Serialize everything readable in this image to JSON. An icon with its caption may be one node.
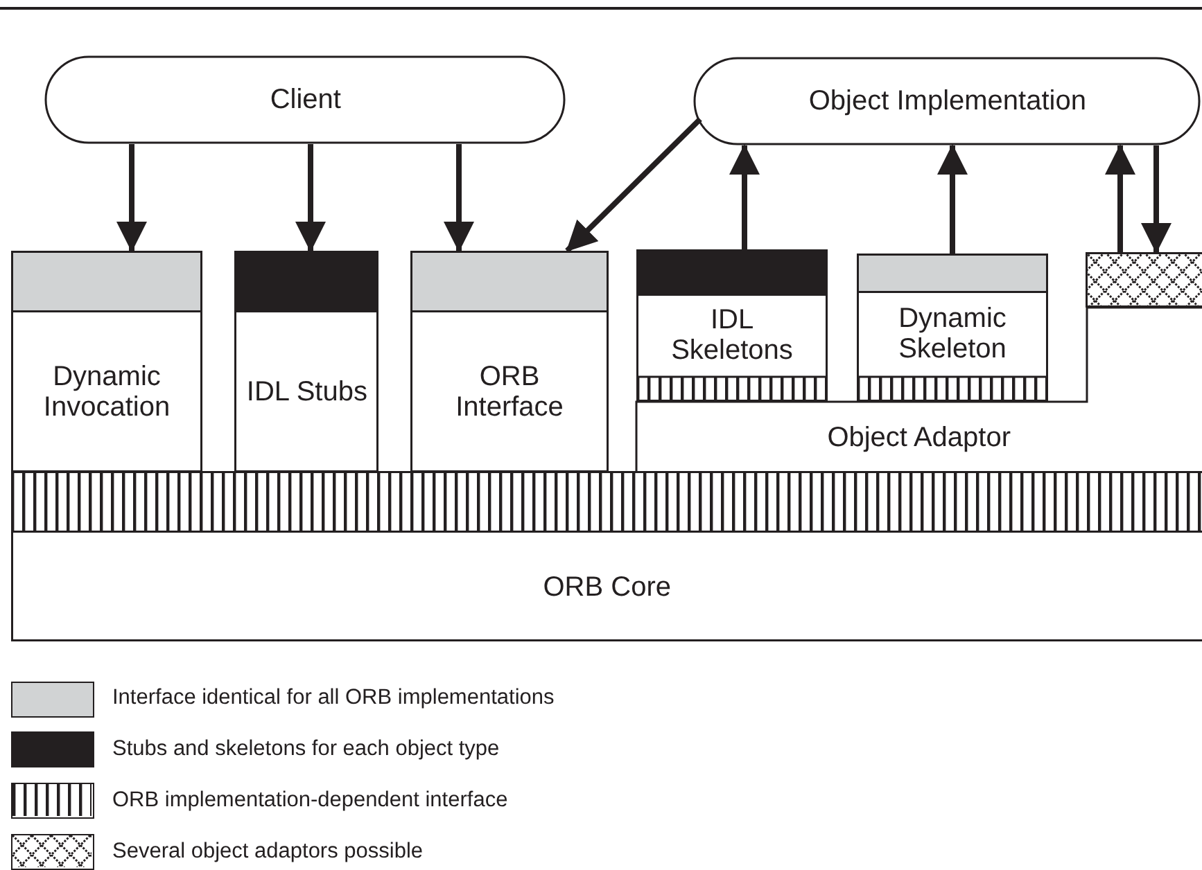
{
  "diagram": {
    "nodes": [
      {
        "text": [
          "Client"
        ]
      },
      {
        "text": [
          "Object Implementation"
        ]
      },
      {
        "text": [
          "Dynamic Invocation"
        ]
      },
      {
        "text": [
          "IDL Stubs"
        ]
      },
      {
        "text": [
          "ORB Interface"
        ]
      },
      {
        "text": [
          "IDL Skeletons"
        ]
      },
      {
        "text": [
          "Dynamic Skeleton"
        ]
      },
      {
        "text": [
          "Object Adaptor"
        ]
      },
      {
        "text": [],
        "shape": "box"
      },
      {
        "text": [
          "ORB Core"
        ]
      }
    ],
    "edges": [
      {
        "from": 0,
        "to": 2,
        "arrow": "to"
      },
      {
        "from": 0,
        "to": 3,
        "arrow": "to"
      },
      {
        "from": 0,
        "to": 4,
        "arrow": "to"
      },
      {
        "from": 1,
        "to": 4,
        "arrow": "to"
      },
      {
        "from": 5,
        "to": 1,
        "arrow": "to"
      },
      {
        "from": 6,
        "to": 1,
        "arrow": "to"
      },
      {
        "from": 8,
        "to": 1,
        "arrow": "to"
      },
      {
        "from": 1,
        "to": 8,
        "arrow": "to"
      }
    ],
    "legend": [
      {
        "text": "Interface identical for all ORB implementations",
        "color": "#d1d3d4"
      },
      {
        "text": "Stubs and skeletons for each object type",
        "color": "#231f20"
      },
      {
        "text": "ORB implementation-dependent interface"
      },
      {
        "text": "Several object adaptors possible"
      }
    ]
  }
}
